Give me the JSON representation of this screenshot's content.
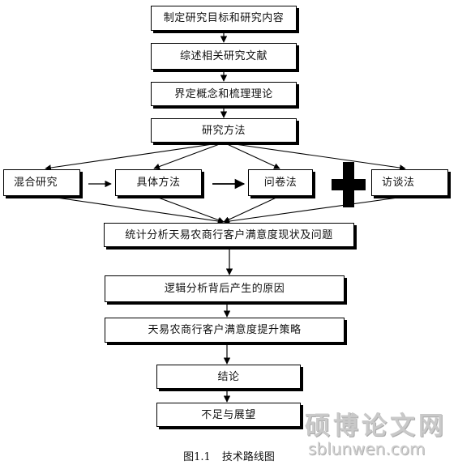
{
  "diagram": {
    "boxes": {
      "goals": "制定研究目标和研究内容",
      "review": "综述相关研究文献",
      "define": "界定概念和梳理理论",
      "methods": "研究方法",
      "mixed": "混合研究",
      "specific": "具体方法",
      "questionnaire": "问卷法",
      "interview": "访谈法",
      "analyze": "统计分析天易农商行客户满意度现状及问题",
      "causes": "逻辑分析背后产生的原因",
      "strategy": "天易农商行客户满意度提升策略",
      "conclusion": "结论",
      "outlook": "不足与展望"
    },
    "plus_symbol": "+"
  },
  "caption": {
    "figure_number": "图1.1",
    "title": "技术路线图"
  },
  "watermark": {
    "title": "硕博论文网",
    "url": "sblunwen.com"
  },
  "colors": {
    "line": "#000000",
    "watermark": "#c9c9c9"
  }
}
